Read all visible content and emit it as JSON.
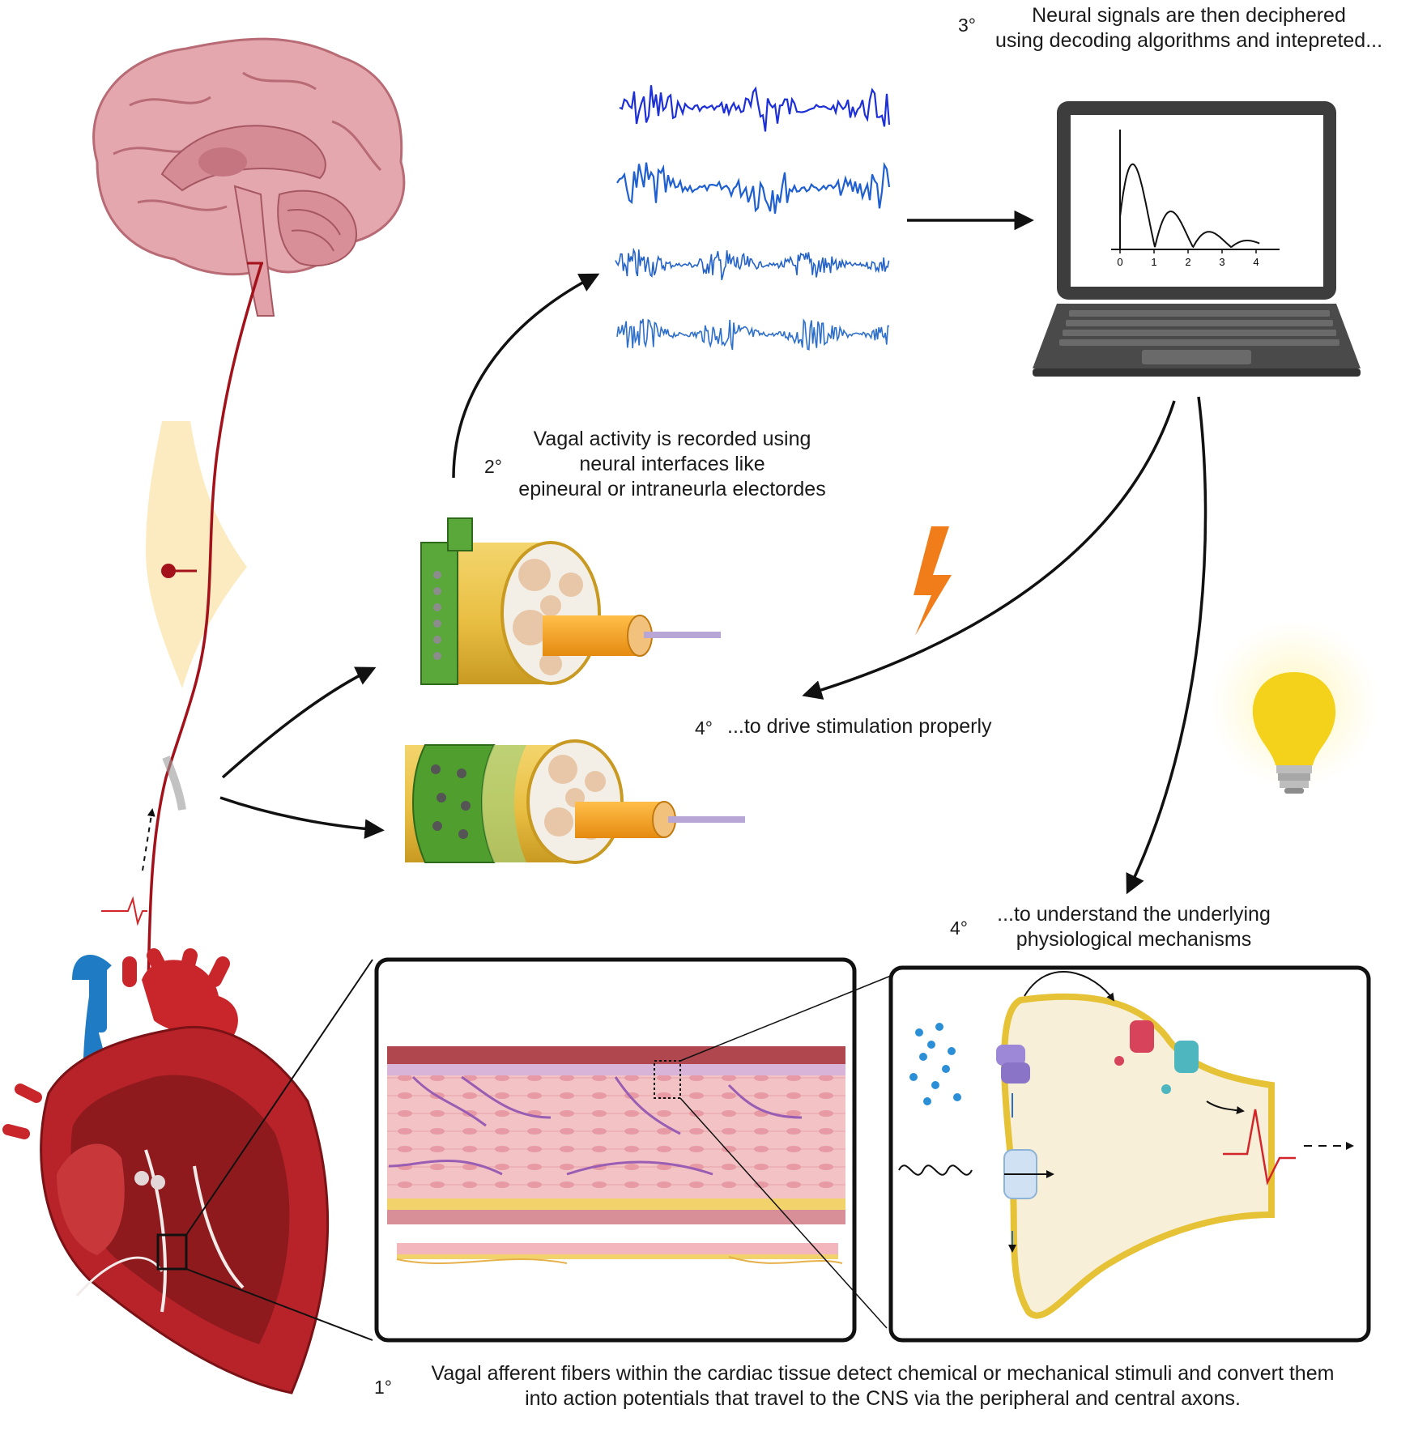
{
  "steps": {
    "s1": {
      "num": "1°",
      "line1": "Vagal afferent fibers within the cardiac tissue detect chemical or mechanical stimuli and convert them",
      "line2": "into action potentials that travel to the CNS via the peripheral and central axons."
    },
    "s2": {
      "num": "2°",
      "line1": "Vagal activity is recorded using",
      "line2": "neural interfaces like",
      "line3": "epineural or intraneurla electordes"
    },
    "s3": {
      "num": "3°",
      "line1": "Neural signals are then deciphered",
      "line2": "using decoding algorithms and intepreted..."
    },
    "s4a": {
      "num": "4°",
      "line1": "...to drive stimulation properly"
    },
    "s4b": {
      "num": "4°",
      "line1": "...to understand the underlying",
      "line2": "physiological mechanisms"
    }
  },
  "laptop_plot": {
    "ticks": [
      "0",
      "1",
      "2",
      "3",
      "4"
    ]
  },
  "colors": {
    "nerve": "#a3121b",
    "signal_dark": "#1d2fd6",
    "signal_mid": "#1f5fd0",
    "signal_light": "#2e6fc9",
    "heart": "#c8262a",
    "vein": "#1f7cc4",
    "electrode_green": "#4f9e2e",
    "nerve_yellow": "#e9c04a",
    "bolt": "#f07d1a",
    "bulb": "#f4d21c",
    "membrane": "#e6c236"
  },
  "icons": [
    "brain-icon",
    "heart-icon",
    "laptop-icon",
    "lightning-bolt-icon",
    "light-bulb-icon",
    "cuff-electrode-icon",
    "intraneural-electrode-icon"
  ]
}
